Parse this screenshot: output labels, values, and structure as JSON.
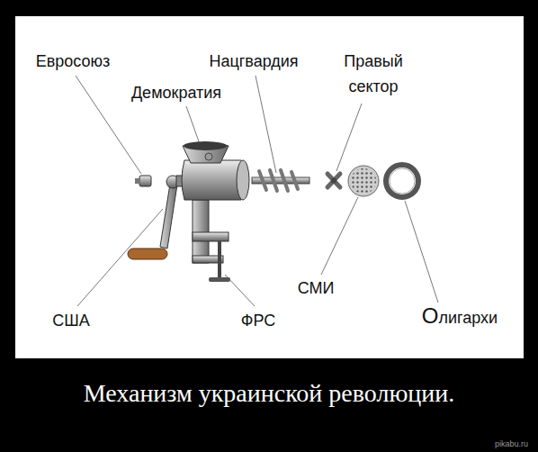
{
  "diagram": {
    "caption": "Механизм украинской революции.",
    "labels": [
      "Евросоюз",
      "Нацгвардия",
      "Правый сектор",
      "Демократия",
      "США",
      "ФРС",
      "СМИ",
      "Олигархи",
      "pikabu.ru"
    ]
  }
}
